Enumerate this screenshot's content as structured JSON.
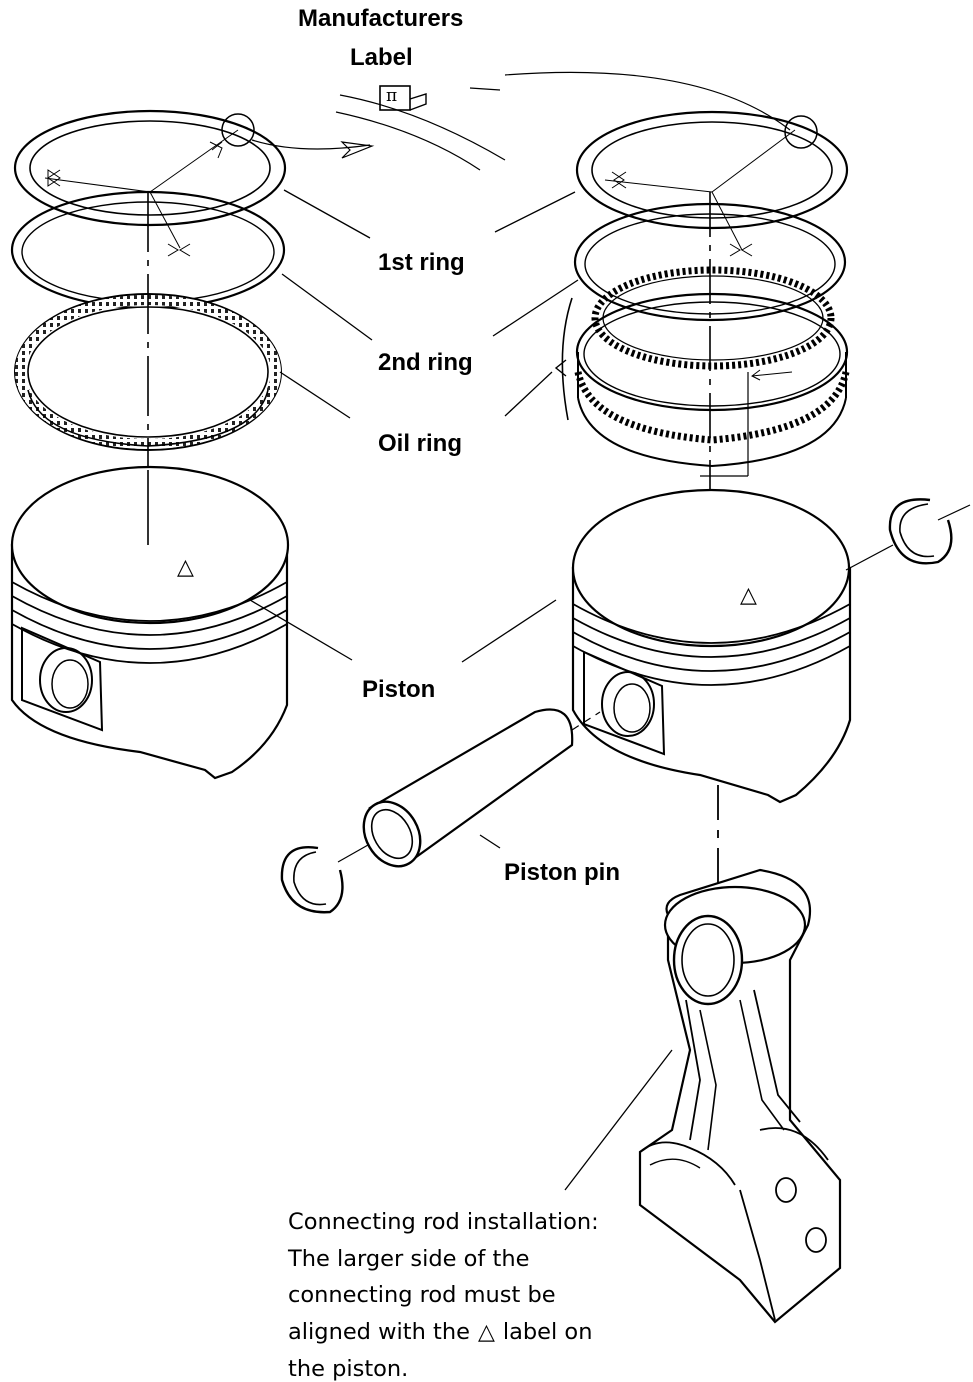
{
  "labels": {
    "manufacturers": "Manufacturers",
    "label": "Label",
    "first_ring": "1st ring",
    "second_ring": "2nd ring",
    "oil_ring": "Oil ring",
    "piston": "Piston",
    "piston_pin": "Piston pin",
    "pi_mark": "π",
    "triangle_mark": "△"
  },
  "note": {
    "line1": "Connecting rod installation:",
    "line2": "The larger side of the",
    "line3": "connecting rod must be",
    "line4_pre": "aligned with the",
    "line4_mark": "△",
    "line4_post": "label on",
    "line5": "the piston."
  }
}
